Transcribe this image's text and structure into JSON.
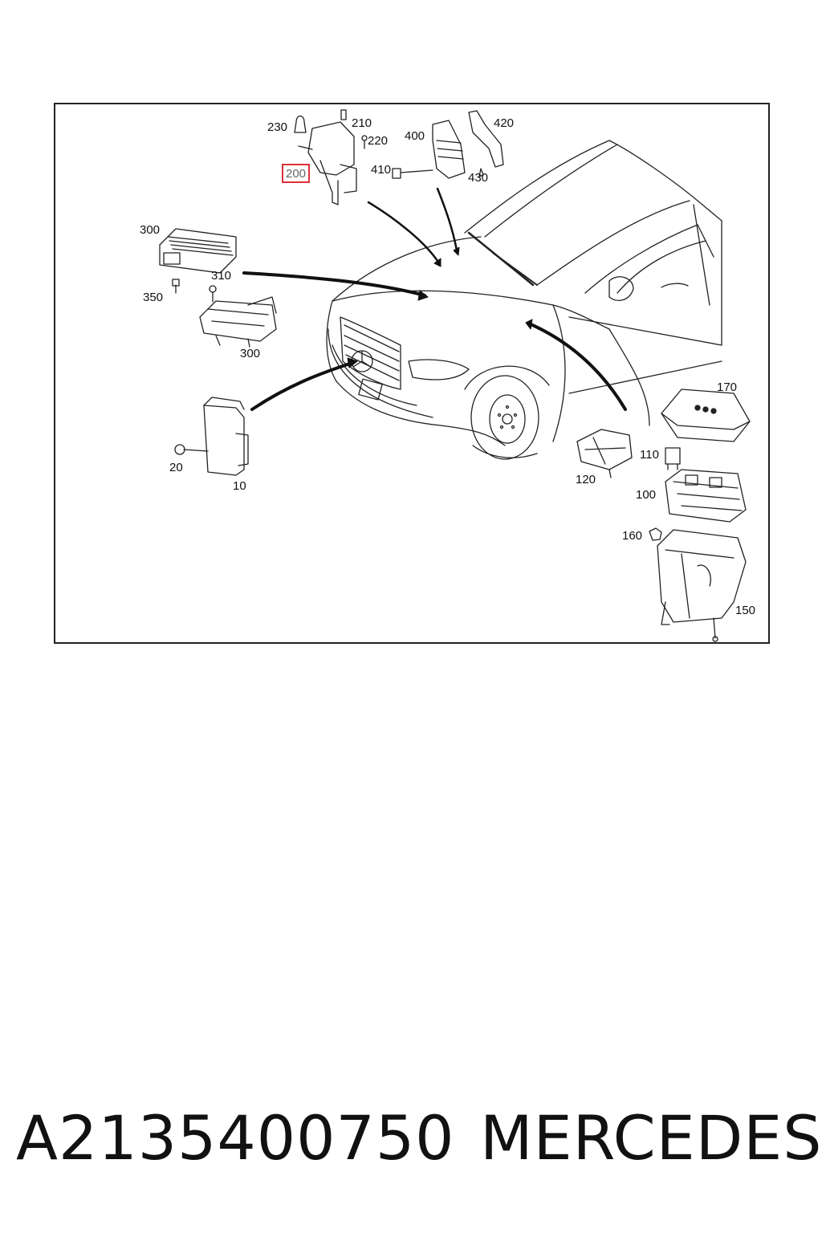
{
  "diagram": {
    "callouts": [
      {
        "id": "230",
        "text": "230"
      },
      {
        "id": "210",
        "text": "210"
      },
      {
        "id": "220",
        "text": "220"
      },
      {
        "id": "200",
        "text": "200",
        "highlighted": true
      },
      {
        "id": "400",
        "text": "400"
      },
      {
        "id": "420",
        "text": "420"
      },
      {
        "id": "410",
        "text": "410"
      },
      {
        "id": "430",
        "text": "430"
      },
      {
        "id": "300a",
        "text": "300"
      },
      {
        "id": "310",
        "text": "310"
      },
      {
        "id": "350",
        "text": "350"
      },
      {
        "id": "300b",
        "text": "300"
      },
      {
        "id": "170",
        "text": "170"
      },
      {
        "id": "110",
        "text": "110"
      },
      {
        "id": "120",
        "text": "120"
      },
      {
        "id": "100",
        "text": "100"
      },
      {
        "id": "160",
        "text": "160"
      },
      {
        "id": "150",
        "text": "150"
      },
      {
        "id": "20",
        "text": "20"
      },
      {
        "id": "10",
        "text": "10"
      }
    ],
    "highlight_color": "#e0303a"
  },
  "footer": {
    "part_number": "A2135400750",
    "brand": "MERCEDES"
  }
}
